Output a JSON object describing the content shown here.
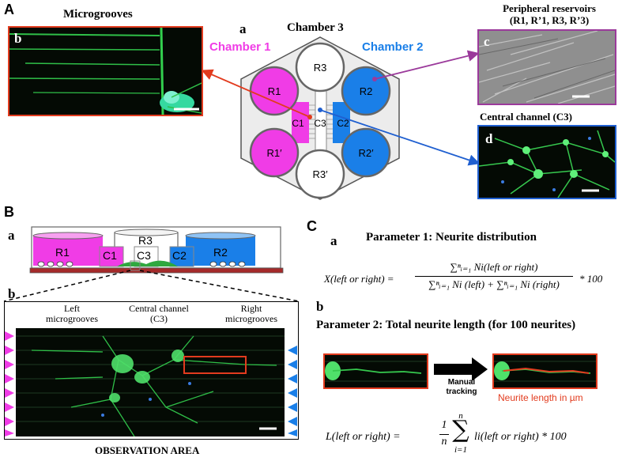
{
  "panel_A": {
    "letter": "A",
    "sub_a": "a",
    "sub_b": "b",
    "sub_c": "c",
    "sub_d": "d",
    "microgrooves_title": "Microgrooves",
    "chamber1": "Chamber 1",
    "chamber2": "Chamber 2",
    "chamber3": "Chamber 3",
    "peripheral_title": "Peripheral reservoirs",
    "peripheral_sub": "(R1, R’1, R3, R’3)",
    "central_title": "Central channel (C3)",
    "reservoir_labels": {
      "r1": "R1",
      "r1p": "R1′",
      "r2": "R2",
      "r2p": "R2′",
      "r3": "R3",
      "r3p": "R3′",
      "c1": "C1",
      "c2": "C2",
      "c3": "C3"
    }
  },
  "panel_B": {
    "letter": "B",
    "sub_a": "a",
    "sub_b": "b",
    "labels": {
      "r1": "R1",
      "c1": "C1",
      "r3": "R3",
      "c3": "C3",
      "c2": "C2",
      "r2": "R2"
    },
    "left_micro": [
      "Left",
      "microgrooves"
    ],
    "central": [
      "Central channel",
      "(C3)"
    ],
    "right_micro": [
      "Right",
      "microgrooves"
    ],
    "observation": "OBSERVATION AREA"
  },
  "panel_C": {
    "letter": "C",
    "sub_a": "a",
    "sub_b": "b",
    "param1": "Parameter 1: Neurite distribution",
    "param2": "Parameter 2: Total neurite length (for 100 neurites)",
    "manual_tracking": [
      "Manual",
      "tracking"
    ],
    "neurite_length": "Neurite length in µm",
    "eq1": {
      "lhs": "X(left or right) =",
      "numerator": "∑ⁿᵢ₌₁ Ni(left or right)",
      "denominator": "∑ⁿᵢ₌₁ Ni (left) + ∑ⁿᵢ₌₁ Ni (right)",
      "tail": "* 100"
    },
    "eq2": {
      "lhs": "L(left or right) =",
      "frac_num": "1",
      "frac_den": "n",
      "sum_top": "n",
      "sum_bottom": "i=1",
      "body": "li(left or right) * 100"
    }
  },
  "colors": {
    "magenta": "#f03ce6",
    "blue": "#1a7fe8",
    "red_frame": "#e23b1e",
    "purple_frame": "#9b3a9b",
    "blue_frame": "#1f5fd0",
    "neuron_green": "#3fe05a",
    "neurite_red": "#e23b1e"
  }
}
